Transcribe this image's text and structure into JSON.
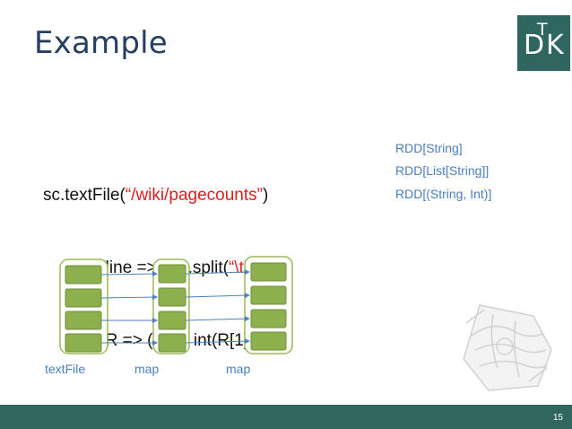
{
  "slide": {
    "title": "Example",
    "logo": {
      "d": "D",
      "t": "T",
      "k": "K"
    },
    "page_number": "15"
  },
  "code": {
    "line1_prefix": "sc.textFile(",
    "line1_string": "“/wiki/pagecounts”",
    "line1_suffix": ")",
    "line2_prefix": "    .map(line => line.split(",
    "line2_string": "“\\t”",
    "line2_suffix": "))",
    "line3": "    .map(R => (R[0], int(R[1])))"
  },
  "rdd_types": [
    "RDD[String]",
    "RDD[List[String]]",
    "RDD[(String, Int)]"
  ],
  "diagram": {
    "stages": [
      "textFile",
      "map",
      "map"
    ],
    "partitions_per_stage": 4,
    "colors": {
      "partition_fill": "#8db04f",
      "partition_border": "#6f8f35",
      "container_border": "#9bbb59",
      "arrow": "#4f81bd"
    }
  },
  "icons": [
    "logo-icon",
    "handshake-sketch-icon"
  ]
}
